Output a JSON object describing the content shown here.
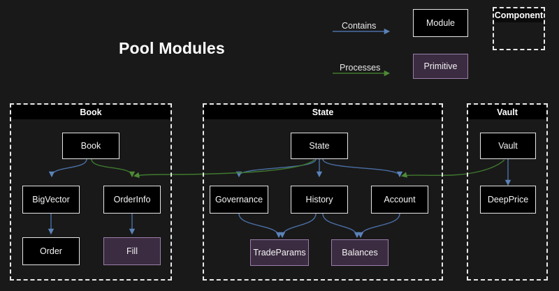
{
  "page": {
    "title": "Pool Modules",
    "background": "#191919"
  },
  "colors": {
    "contains_edge": "#4a6fa5",
    "processes_edge": "#3f7a2e",
    "module_fill": "#000000",
    "module_border": "#e6e6e6",
    "primitive_fill": "#3b2c41",
    "primitive_border": "#9b7eaa",
    "group_border": "#e8e8e8",
    "text": "#f4f4f4"
  },
  "legend": {
    "contains_label": "Contains",
    "processes_label": "Processes",
    "module_label": "Module",
    "primitive_label": "Primitive",
    "component_label": "Component"
  },
  "groups": [
    {
      "id": "book",
      "label": "Book"
    },
    {
      "id": "state",
      "label": "State"
    },
    {
      "id": "vault",
      "label": "Vault"
    }
  ],
  "nodes": {
    "book": {
      "label": "Book",
      "type": "module",
      "group": "book"
    },
    "bigvector": {
      "label": "BigVector",
      "type": "module",
      "group": "book"
    },
    "orderinfo": {
      "label": "OrderInfo",
      "type": "module",
      "group": "book"
    },
    "order": {
      "label": "Order",
      "type": "module",
      "group": "book"
    },
    "fill": {
      "label": "Fill",
      "type": "primitive",
      "group": "book"
    },
    "state": {
      "label": "State",
      "type": "module",
      "group": "state"
    },
    "governance": {
      "label": "Governance",
      "type": "module",
      "group": "state"
    },
    "history": {
      "label": "History",
      "type": "module",
      "group": "state"
    },
    "account": {
      "label": "Account",
      "type": "module",
      "group": "state"
    },
    "tradeparams": {
      "label": "TradeParams",
      "type": "primitive",
      "group": "state"
    },
    "balances": {
      "label": "Balances",
      "type": "primitive",
      "group": "state"
    },
    "vault": {
      "label": "Vault",
      "type": "module",
      "group": "vault"
    },
    "deepprice": {
      "label": "DeepPrice",
      "type": "module",
      "group": "vault"
    }
  },
  "edges": [
    {
      "from": "book",
      "to": "bigvector",
      "kind": "Contains"
    },
    {
      "from": "bigvector",
      "to": "order",
      "kind": "Contains"
    },
    {
      "from": "orderinfo",
      "to": "fill",
      "kind": "Contains"
    },
    {
      "from": "state",
      "to": "governance",
      "kind": "Contains"
    },
    {
      "from": "state",
      "to": "history",
      "kind": "Contains"
    },
    {
      "from": "state",
      "to": "account",
      "kind": "Contains"
    },
    {
      "from": "governance",
      "to": "tradeparams",
      "kind": "Contains"
    },
    {
      "from": "history",
      "to": "tradeparams",
      "kind": "Contains"
    },
    {
      "from": "history",
      "to": "balances",
      "kind": "Contains"
    },
    {
      "from": "account",
      "to": "balances",
      "kind": "Contains"
    },
    {
      "from": "vault",
      "to": "deepprice",
      "kind": "Contains"
    },
    {
      "from": "book",
      "to": "orderinfo",
      "kind": "Processes"
    },
    {
      "from": "state",
      "to": "orderinfo",
      "kind": "Processes"
    },
    {
      "from": "vault",
      "to": "account",
      "kind": "Processes"
    }
  ]
}
